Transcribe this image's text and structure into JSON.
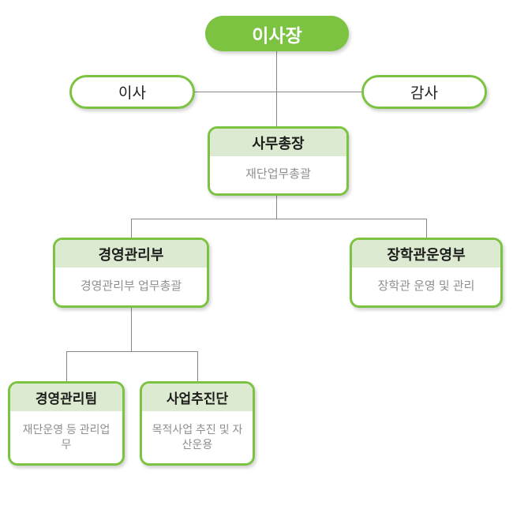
{
  "colors": {
    "green": "#7cc342",
    "light_green": "#dcead2",
    "line_gray": "#878787",
    "subtitle_gray": "#8f8f8f",
    "text_dark": "#1d1d1b"
  },
  "org": {
    "chairman": {
      "label": "이사장"
    },
    "director": {
      "label": "이사"
    },
    "auditor": {
      "label": "감사"
    },
    "secretary_general": {
      "title": "사무총장",
      "desc": "재단업무총괄"
    },
    "management_dept": {
      "title": "경영관리부",
      "desc": "경영관리부 업무총괄"
    },
    "scholarship_hall_dept": {
      "title": "장학관운영부",
      "desc": "장학관 운영 및 관리"
    },
    "management_team": {
      "title": "경영관리팀",
      "desc": "재단운영 등 관리업무"
    },
    "project_promotion_team": {
      "title": "사업추진단",
      "desc": "목적사업 추진 및 자산운용"
    }
  }
}
